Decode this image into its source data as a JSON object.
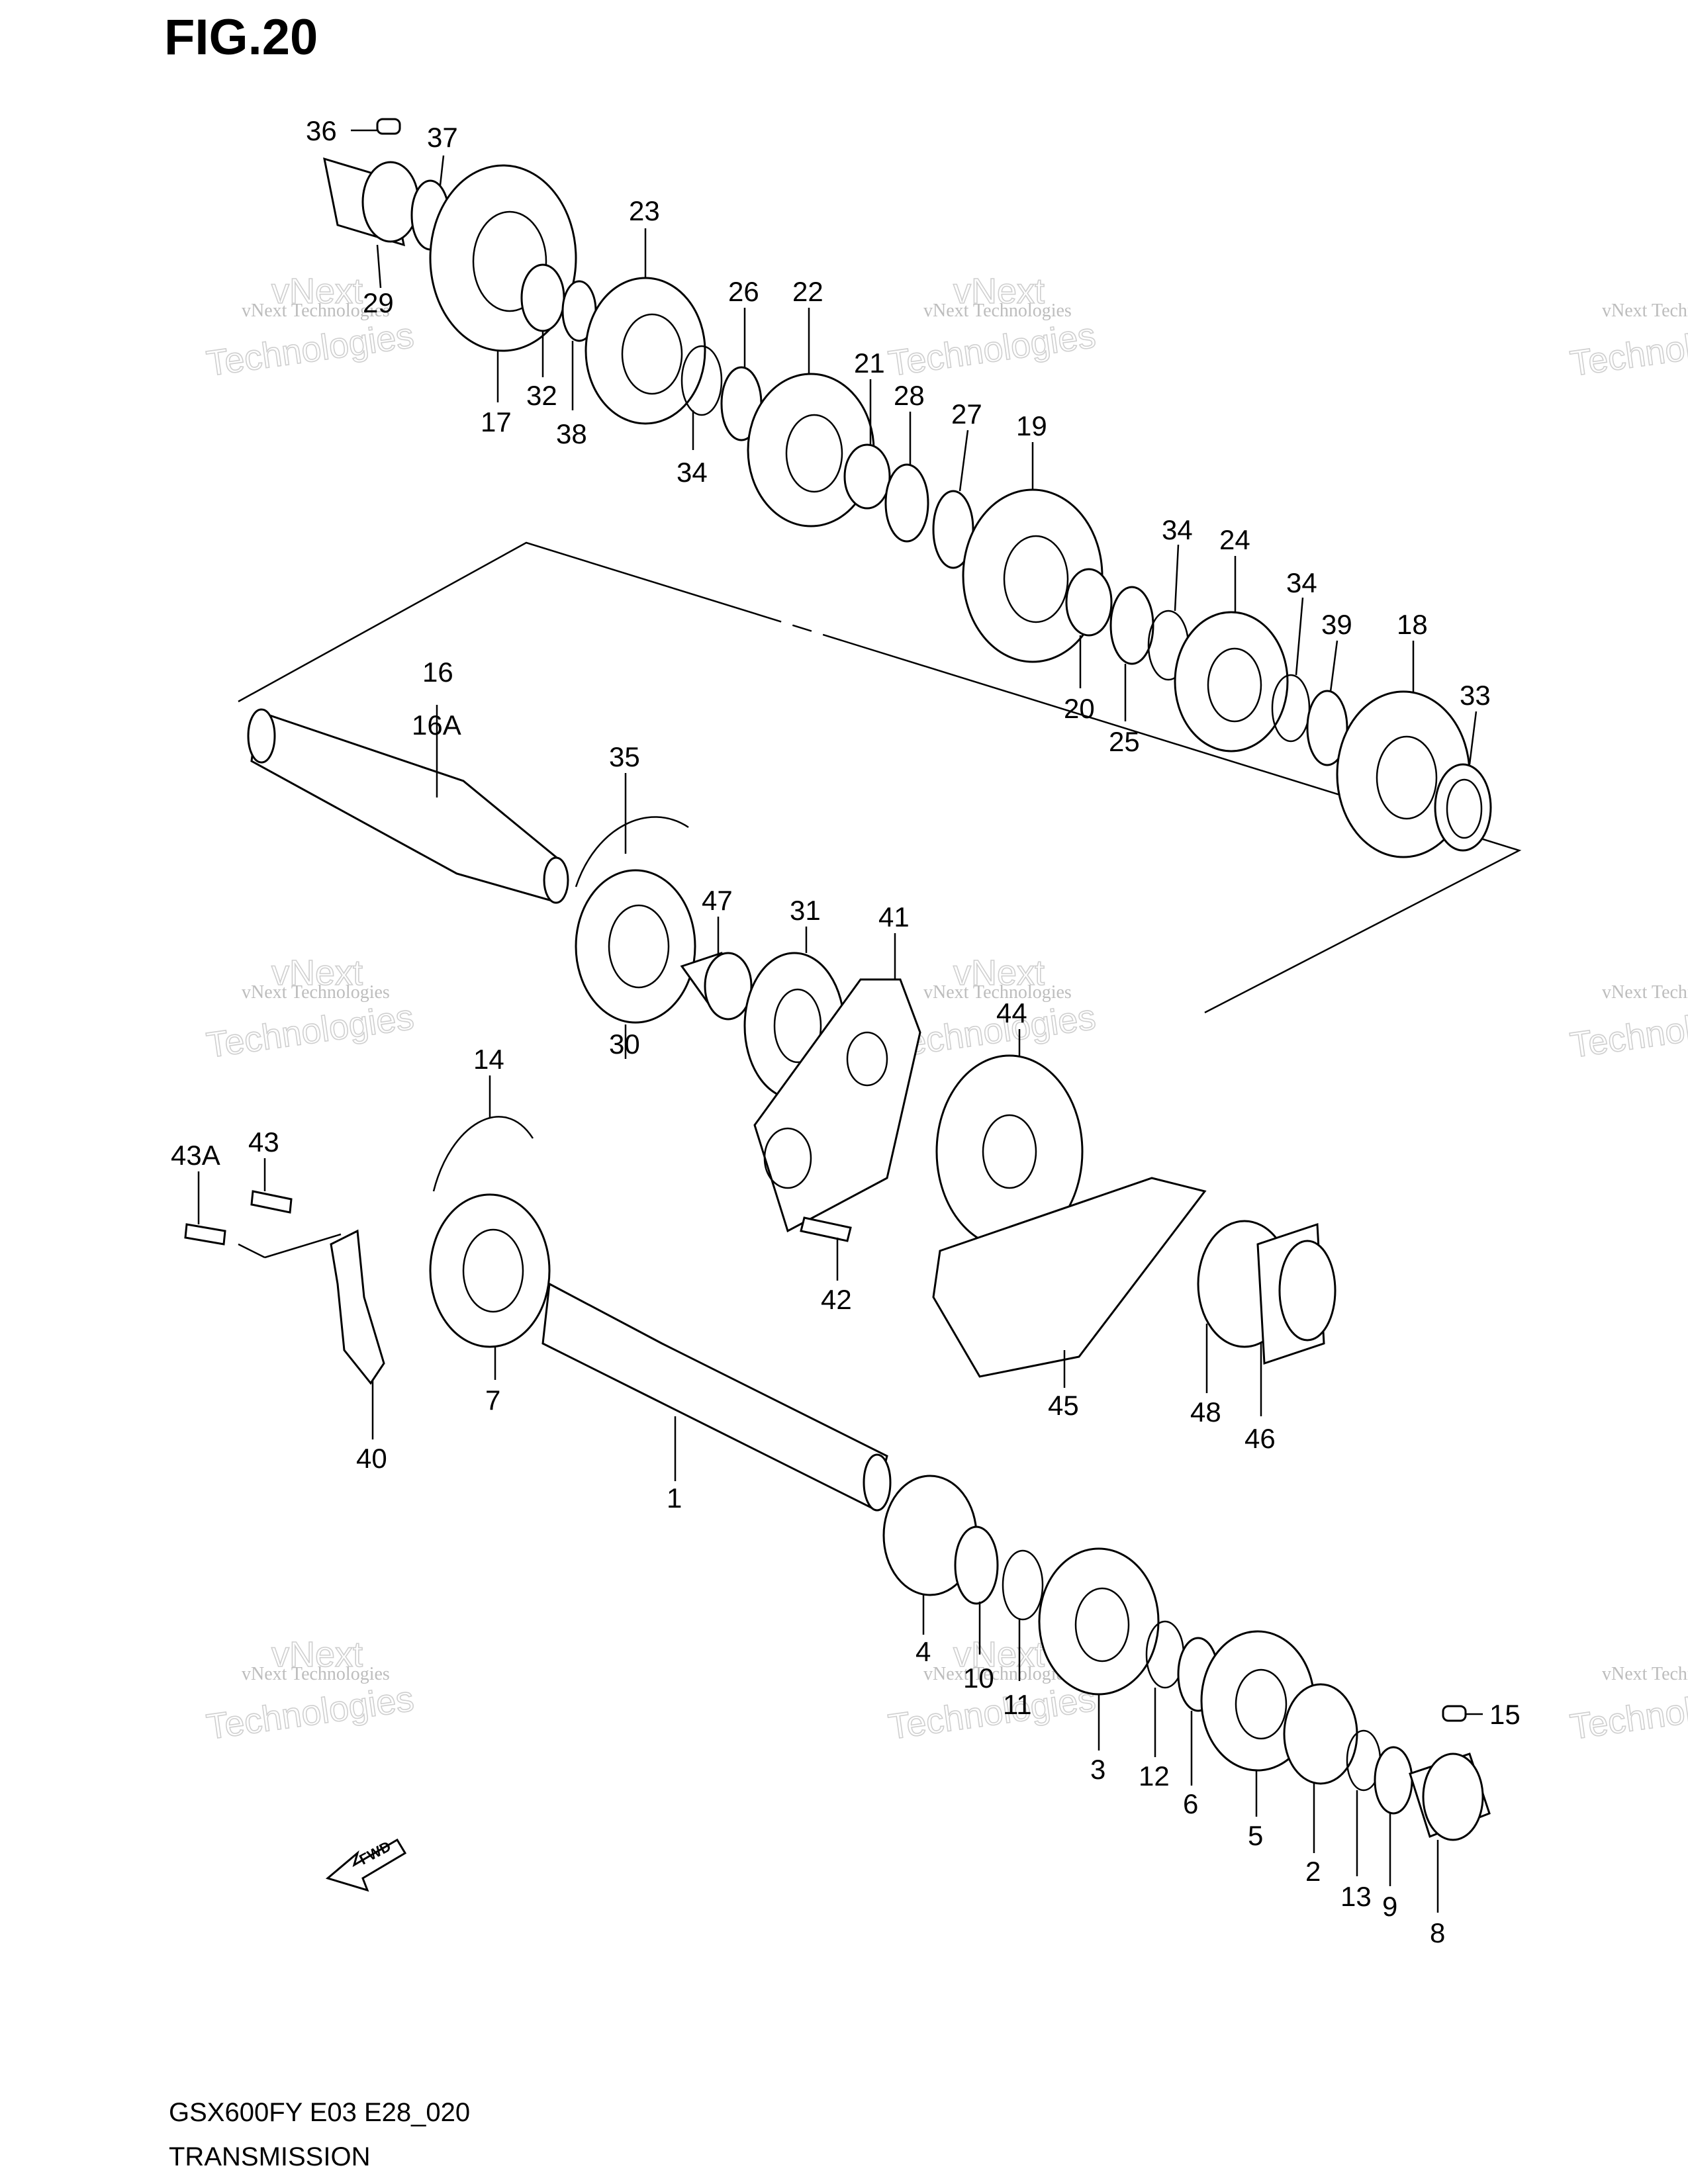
{
  "figure": {
    "title": "FIG.20"
  },
  "footer": {
    "model": "GSX600FY E03 E28_020",
    "section": "TRANSMISSION"
  },
  "watermark": {
    "line1": "vNext Technologies",
    "line2": "vNext",
    "line3": "Technologies"
  },
  "fwd_label": "FWD",
  "callouts": [
    "36",
    "37",
    "29",
    "17",
    "32",
    "38",
    "23",
    "34",
    "26",
    "22",
    "21",
    "28",
    "27",
    "19",
    "34",
    "24",
    "34",
    "39",
    "18",
    "33",
    "20",
    "25",
    "16",
    "16A",
    "35",
    "47",
    "31",
    "41",
    "44",
    "30",
    "14",
    "43A",
    "43",
    "42",
    "45",
    "48",
    "46",
    "7",
    "40",
    "1",
    "4",
    "10",
    "11",
    "3",
    "12",
    "6",
    "5",
    "2",
    "13",
    "9",
    "8",
    "15"
  ],
  "colors": {
    "line": "#000000",
    "watermark": "#bdbdbd",
    "background": "#ffffff"
  }
}
